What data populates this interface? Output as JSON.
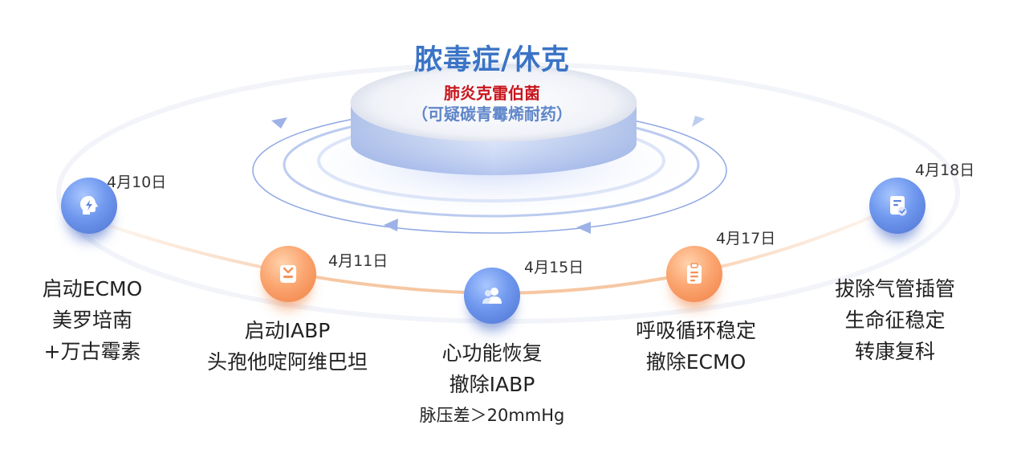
{
  "center": {
    "title": "脓毒症/休克",
    "subtitle_pathogen": "肺炎克雷伯菌",
    "subtitle_note": "（可疑碳青霉烯耐药）"
  },
  "colors": {
    "title_blue": "#3b74c6",
    "pathogen_red": "#c8161d",
    "note_blue": "#5f86c9",
    "node_blue": "#5f86e0",
    "node_orange": "#f5925a"
  },
  "events": [
    {
      "date": "4月10日",
      "icon": "head-lightning-icon",
      "color": "blue",
      "lines": [
        "启动ECMO",
        "美罗培南",
        "+万古霉素"
      ]
    },
    {
      "date": "4月11日",
      "icon": "badge-icon",
      "color": "orange",
      "lines": [
        "启动IABP",
        "头孢他啶阿维巴坦"
      ]
    },
    {
      "date": "4月15日",
      "icon": "users-icon",
      "color": "blue",
      "lines": [
        "心功能恢复",
        "撤除IABP",
        "脉压差＞20mmHg"
      ]
    },
    {
      "date": "4月17日",
      "icon": "clipboard-icon",
      "color": "orange",
      "lines": [
        "呼吸循环稳定",
        "撤除ECMO"
      ]
    },
    {
      "date": "4月18日",
      "icon": "checklist-icon",
      "color": "blue",
      "lines": [
        "拔除气管插管",
        "生命征稳定",
        "转康复科"
      ]
    }
  ]
}
